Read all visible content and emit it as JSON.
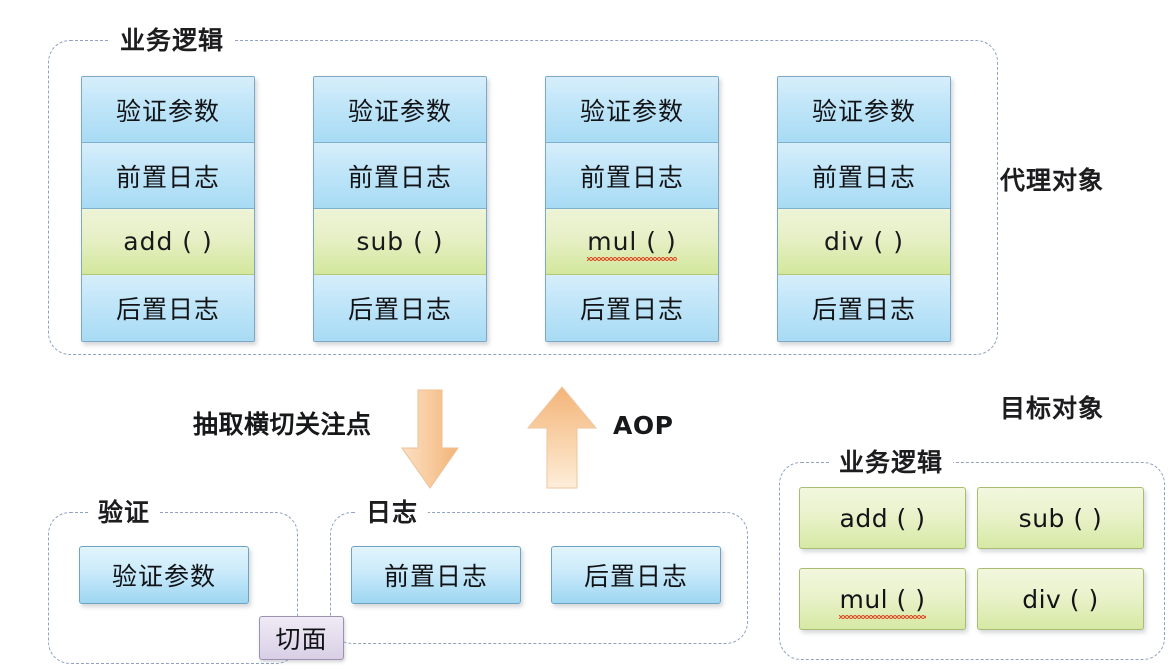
{
  "diagram": {
    "title_proxy_object": "代理对象",
    "title_target_object": "目标对象",
    "proxy_group_label": "业务逻辑",
    "target_group_label": "业务逻辑",
    "validation_group_label": "验证",
    "logging_group_label": "日志",
    "aspect_badge_label": "切面",
    "flow_down_label": "抽取横切关注点",
    "flow_up_label": "AOP"
  },
  "proxy_columns": [
    {
      "name": "add",
      "cells": [
        {
          "text": "验证参数",
          "kind": "blue"
        },
        {
          "text": "前置日志",
          "kind": "blue"
        },
        {
          "text": "add ( )",
          "kind": "green",
          "misspelled": false
        },
        {
          "text": "后置日志",
          "kind": "blue"
        }
      ]
    },
    {
      "name": "sub",
      "cells": [
        {
          "text": "验证参数",
          "kind": "blue"
        },
        {
          "text": "前置日志",
          "kind": "blue"
        },
        {
          "text": "sub ( )",
          "kind": "green",
          "misspelled": false
        },
        {
          "text": "后置日志",
          "kind": "blue"
        }
      ]
    },
    {
      "name": "mul",
      "cells": [
        {
          "text": "验证参数",
          "kind": "blue"
        },
        {
          "text": "前置日志",
          "kind": "blue"
        },
        {
          "text": "mul ( )",
          "kind": "green",
          "misspelled": true
        },
        {
          "text": "后置日志",
          "kind": "blue"
        }
      ]
    },
    {
      "name": "div",
      "cells": [
        {
          "text": "验证参数",
          "kind": "blue"
        },
        {
          "text": "前置日志",
          "kind": "blue"
        },
        {
          "text": "div ( )",
          "kind": "green",
          "misspelled": false
        },
        {
          "text": "后置日志",
          "kind": "blue"
        }
      ]
    }
  ],
  "aspects": {
    "validation_boxes": [
      {
        "text": "验证参数"
      }
    ],
    "logging_boxes": [
      {
        "text": "前置日志"
      },
      {
        "text": "后置日志"
      }
    ]
  },
  "target_methods": [
    {
      "text": "add ( )",
      "misspelled": false
    },
    {
      "text": "sub ( )",
      "misspelled": false
    },
    {
      "text": "mul ( )",
      "misspelled": true
    },
    {
      "text": "div ( )",
      "misspelled": false
    }
  ],
  "colors": {
    "blue_fill_top": "#d7eefb",
    "blue_fill_bottom": "#a7dbf4",
    "blue_border": "#7ea8c4",
    "green_fill_top": "#eef4d7",
    "green_fill_bottom": "#d3e79c",
    "green_border": "#a9bc72",
    "dashed_border": "#8fa3c0",
    "arrow_fill": "#f7c390",
    "aspect_badge_fill": "#e4dced",
    "text": "#121316",
    "squiggle": "#e0502a"
  }
}
